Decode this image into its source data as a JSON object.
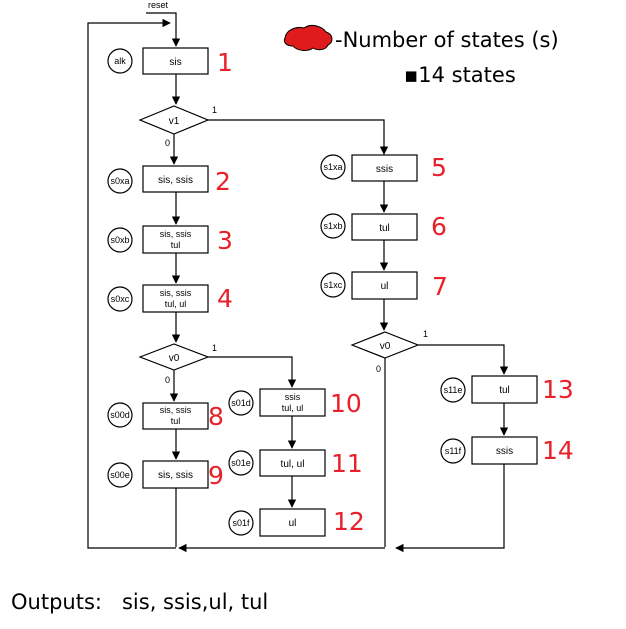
{
  "diagram": {
    "reset_label": "reset",
    "states": [
      {
        "id": "alk",
        "label": "alk",
        "outputs": [
          "sis"
        ],
        "number": "1"
      },
      {
        "id": "s0xa",
        "label": "s0xa",
        "outputs": [
          "sis, ssis"
        ],
        "number": "2"
      },
      {
        "id": "s0xb",
        "label": "s0xb",
        "outputs": [
          "sis, ssis",
          "tul"
        ],
        "number": "3"
      },
      {
        "id": "s0xc",
        "label": "s0xc",
        "outputs": [
          "sis, ssis",
          "tul, ul"
        ],
        "number": "4"
      },
      {
        "id": "s1xa",
        "label": "s1xa",
        "outputs": [
          "ssis"
        ],
        "number": "5"
      },
      {
        "id": "s1xb",
        "label": "s1xb",
        "outputs": [
          "tul"
        ],
        "number": "6"
      },
      {
        "id": "s1xc",
        "label": "s1xc",
        "outputs": [
          "ul"
        ],
        "number": "7"
      },
      {
        "id": "s00d",
        "label": "s00d",
        "outputs": [
          "sis, ssis",
          "tul"
        ],
        "number": "8"
      },
      {
        "id": "s00e",
        "label": "s00e",
        "outputs": [
          "sis, ssis"
        ],
        "number": "9"
      },
      {
        "id": "s01d",
        "label": "s01d",
        "outputs": [
          "ssis",
          "tul, ul"
        ],
        "number": "10"
      },
      {
        "id": "s01e",
        "label": "s01e",
        "outputs": [
          "tul, ul"
        ],
        "number": "11"
      },
      {
        "id": "s01f",
        "label": "s01f",
        "outputs": [
          "ul"
        ],
        "number": "12"
      },
      {
        "id": "s11e",
        "label": "s11e",
        "outputs": [
          "tul"
        ],
        "number": "13"
      },
      {
        "id": "s11f",
        "label": "s11f",
        "outputs": [
          "ssis"
        ],
        "number": "14"
      }
    ],
    "decisions": [
      {
        "id": "v1-decision",
        "label": "v1",
        "true_label": "1",
        "false_label": "0"
      },
      {
        "id": "v0-decision-left",
        "label": "v0",
        "true_label": "1",
        "false_label": "0"
      },
      {
        "id": "v0-decision-right",
        "label": "v0",
        "true_label": "1",
        "false_label": "0"
      }
    ],
    "legend": {
      "text": "-Number of states (s)",
      "bullet": "▪14 states"
    },
    "footer": "Outputs:   sis, ssis,ul, tul",
    "colors": {
      "number": "#e8202a",
      "blob": "#e01b1b",
      "stroke": "#000000"
    }
  }
}
